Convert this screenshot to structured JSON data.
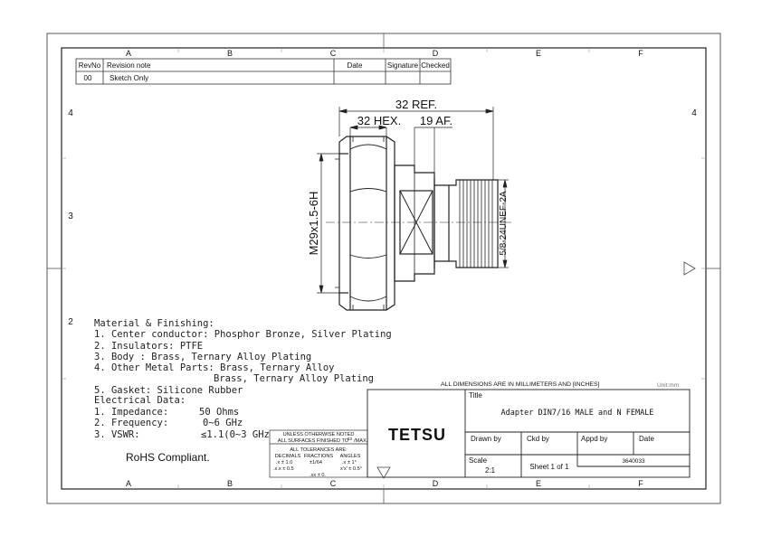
{
  "zone_letters": [
    "A",
    "B",
    "C",
    "D",
    "E",
    "F"
  ],
  "zone_numbers": [
    "4",
    "3",
    "2"
  ],
  "revision_table": {
    "headers": {
      "revno": "RevNo",
      "note": "Revision note",
      "date": "Date",
      "signature": "Signature",
      "checked": "Checked"
    },
    "rows": [
      {
        "revno": "00",
        "note": "Sketch Only",
        "date": "",
        "signature": "",
        "checked": ""
      }
    ]
  },
  "dimensions": {
    "overall_ref": "32 REF.",
    "hex": "32 HEX.",
    "af": "19 AF.",
    "left_thread": "M29x1.5-6H",
    "right_thread": "5/8-24UNEF-2A"
  },
  "notes": {
    "material_heading": "Material & Finishing:",
    "material_items": [
      "1. Center conductor: Phosphor Bronze, Silver Plating",
      "2. Insulators: PTFE",
      "3. Body : Brass, Ternary Alloy Plating",
      "4. Other Metal Parts: Brass, Ternary Alloy",
      "Brass, Ternary Alloy Plating",
      "5. Gasket: Silicone Rubber"
    ],
    "electrical_heading": "Electrical Data:",
    "electrical_items": [
      {
        "label": "1. Impedance:",
        "value": "50 Ohms"
      },
      {
        "label": "2. Frequency:",
        "value": "0~6 GHz"
      },
      {
        "label": "3. VSWR:",
        "value": "≤1.1(0~3 GHz"
      }
    ],
    "rohs": "RoHS Compliant."
  },
  "tolerance_block": {
    "line1": "UNLESS OTHERWISE NOTED",
    "line2": "ALL SURFACES FINISHED TO",
    "finish_value": "63",
    "finish_suffix": "/MAX.",
    "line3": "ALL TOLERANCES ARE:",
    "col_decimals": "DECIMALS",
    "col_fractions": "FRACTIONS",
    "col_angles": "ANGLES",
    "dec1": ".x ± 1.0",
    "dec2": ".x.x ± 0.5",
    "dec3": ".xx ± 0.",
    "frac1": "±1/64",
    "ang1": ".x ± 1°",
    "ang2": "x'x' ± 0.5°"
  },
  "title_block": {
    "units_note": "ALL DIMENSIONS ARE IN MILLIMETERS AND [INCHES]",
    "unit_label": "Unit:mm",
    "company": "TETSU",
    "title_label": "Title",
    "title": "Adapter DIN7/16 MALE and N FEMALE",
    "drawn_by": "Drawn by",
    "ckd_by": "Ckd by",
    "appd_by": "Appd by",
    "date": "Date",
    "scale_label": "Scale",
    "scale_value": "2:1",
    "sheet": "Sheet 1 of 1",
    "drawing_no": "3640033"
  }
}
